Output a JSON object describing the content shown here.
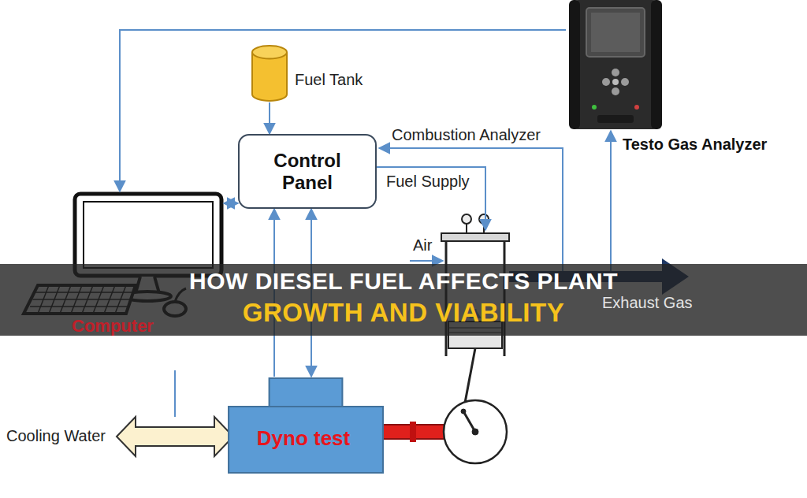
{
  "diagram": {
    "title": "HOW DIESEL FUEL AFFECTS PLANT",
    "nodes": [
      {
        "text": [
          "Fuel Tank"
        ]
      },
      {
        "text": [
          "Testo Gas Analyzer"
        ]
      },
      {
        "text": [
          "Control Panel"
        ]
      },
      {
        "text": [
          "Computer"
        ]
      },
      {
        "text": [
          "Dyno test"
        ]
      }
    ],
    "edges": [
      {
        "from": 0,
        "to": 2,
        "arrow": "to"
      },
      {
        "from": 1,
        "to": 3,
        "arrow": "to"
      },
      {
        "from": 3,
        "to": 2,
        "arrow": "both"
      },
      {
        "from": 4,
        "to": 2,
        "arrow": "to"
      },
      {
        "from": 2,
        "to": 4,
        "arrow": "both"
      }
    ],
    "labels": [
      "Combustion Analyzer",
      "Fuel Supply",
      "Air",
      "Exhaust Gas",
      "Cooling Water",
      "GROWTH AND VIABILITY"
    ]
  }
}
